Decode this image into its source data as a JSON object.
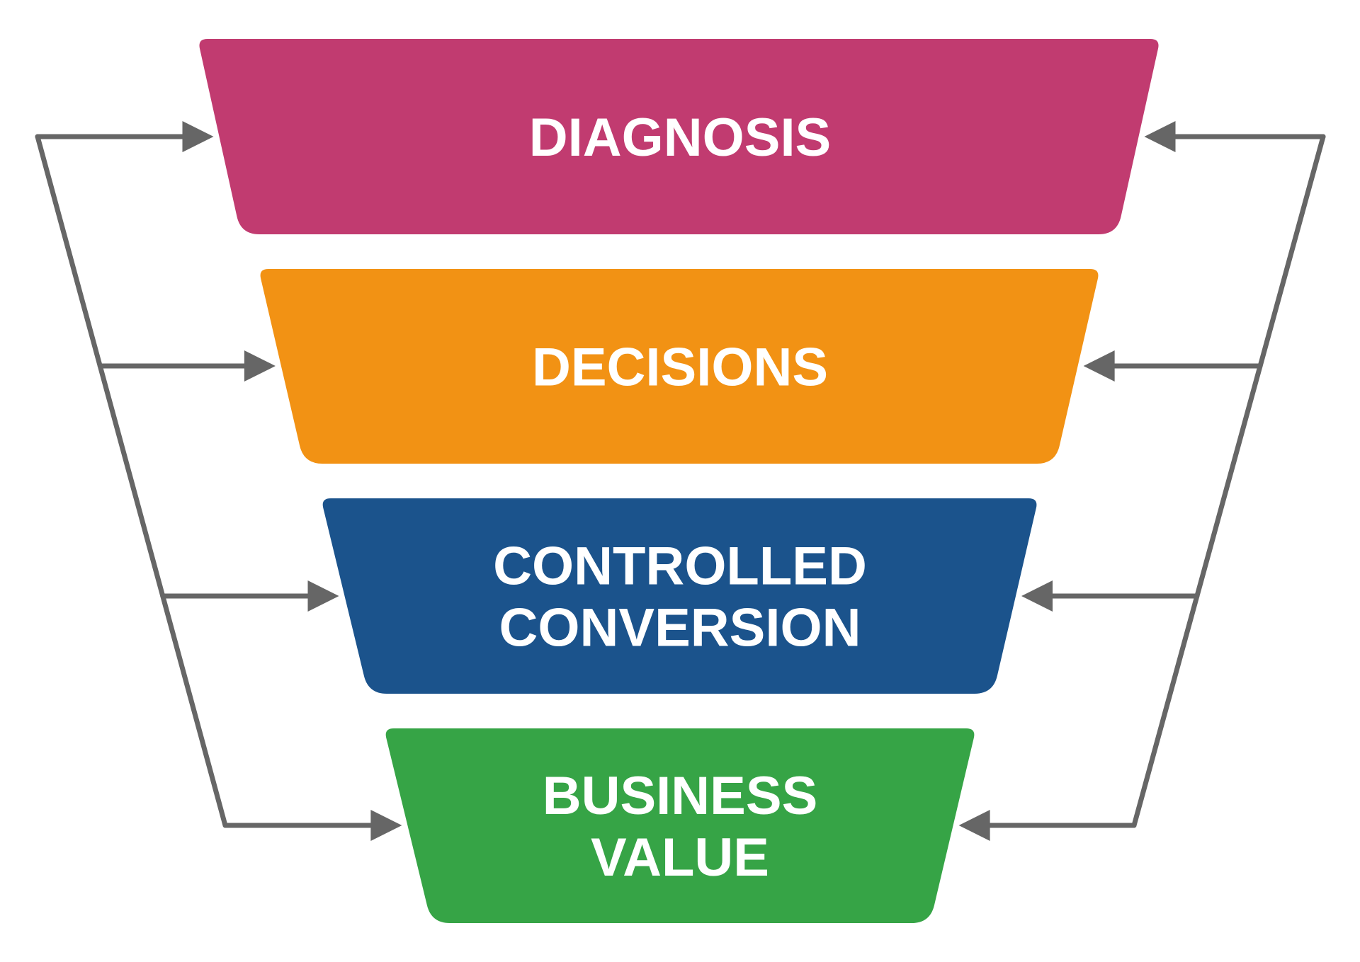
{
  "diagram": {
    "type": "funnel",
    "stages": [
      {
        "id": "diagnosis",
        "lines": [
          "DIAGNOSIS"
        ],
        "color": "#C13B70"
      },
      {
        "id": "decisions",
        "lines": [
          "DECISIONS"
        ],
        "color": "#F29214"
      },
      {
        "id": "controlled-conversion",
        "lines": [
          "CONTROLLED",
          "CONVERSION"
        ],
        "color": "#1B538C"
      },
      {
        "id": "business-value",
        "lines": [
          "BUSINESS",
          "VALUE"
        ],
        "color": "#36A446"
      }
    ],
    "connector_color": "#666666",
    "feedback_loops": [
      {
        "side": "left",
        "direction": "into-stages"
      },
      {
        "side": "right",
        "direction": "into-stages"
      }
    ]
  }
}
